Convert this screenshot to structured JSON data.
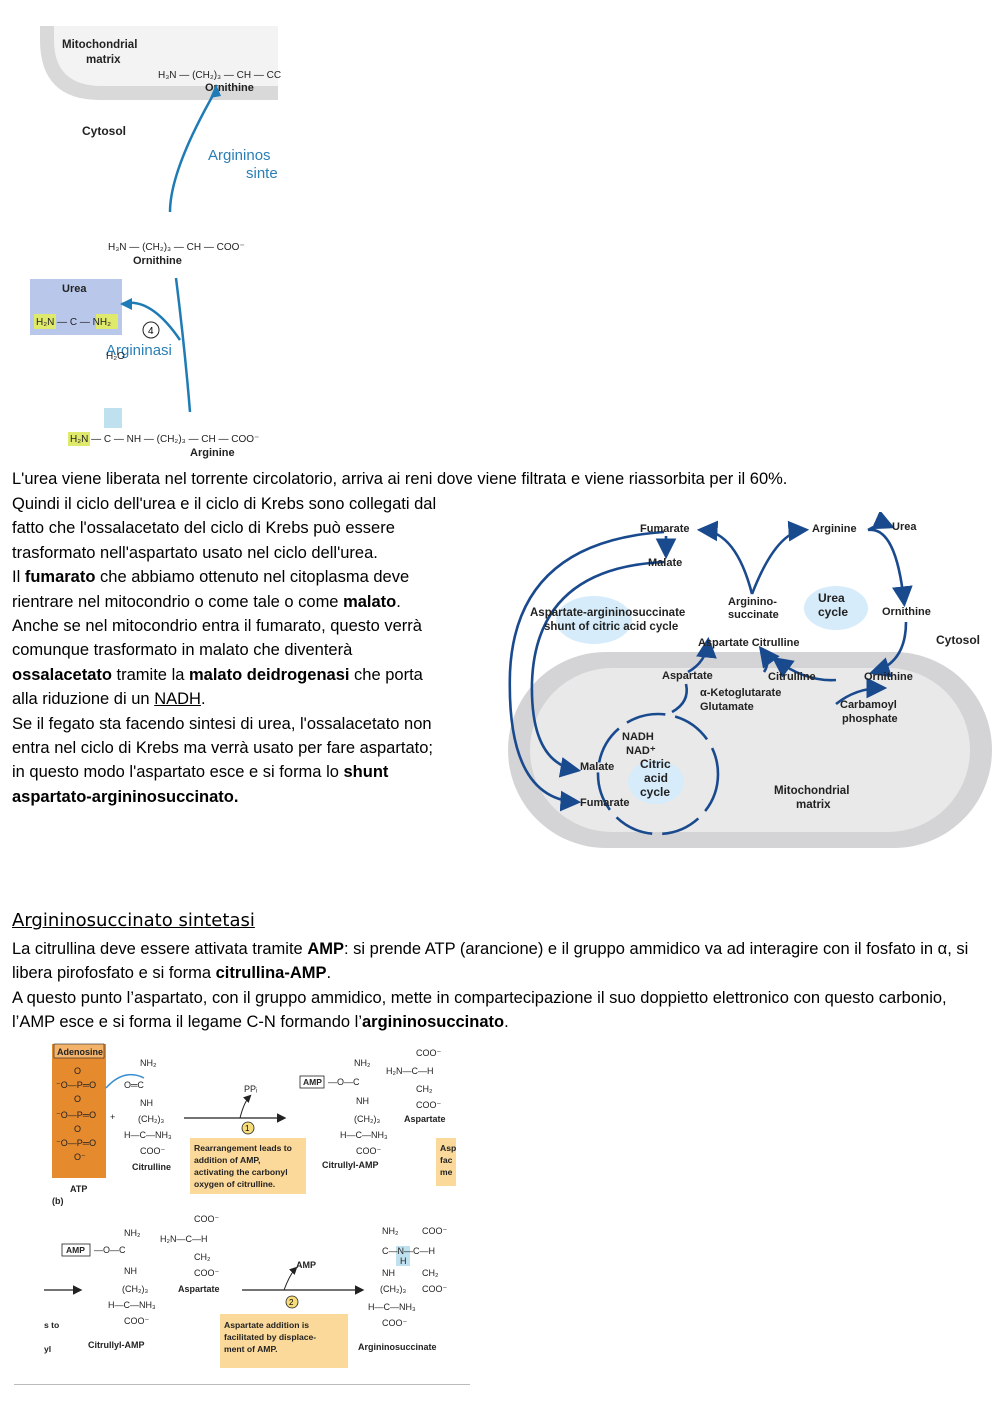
{
  "top_diagram": {
    "mito_matrix": "Mitochondrial matrix",
    "cytosol": "Cytosol",
    "ornithine_top_formula": "H3N — (CH2)3 — CH — CO",
    "ornithine_top_label": "Ornithine",
    "enzyme_clip": "Argininos sinte",
    "ornithine_mid_formula": "H3N — (CH2)3 — CH — COO⁻",
    "ornithine_mid_label": "Ornithine",
    "urea_label": "Urea",
    "urea_formula": "H2N — C — NH2",
    "step": "4",
    "arginase": "Argininasi",
    "water": "H2O",
    "arginine_formula": "H2N — C — NH — (CH2)3 — CH — COO⁻",
    "arginine_label": "Arginine"
  },
  "intro_line": "L'urea viene liberata nel torrente circolatorio, arriva ai reni dove viene filtrata e viene riassorbita per il 60%.",
  "left_text": {
    "p1": "Quindi il ciclo dell'urea e il ciclo di Krebs sono collegati dal fatto che l'ossalacetato del ciclo di Krebs può essere trasformato nell'aspartato usato nel ciclo dell'urea.",
    "p2_a": "Il ",
    "p2_b": "fumarato",
    "p2_c": " che abbiamo ottenuto nel citoplasma deve rientrare nel mitocondrio o come tale o come ",
    "p2_d": "malato",
    "p2_e": ".",
    "p3_a": "Anche se nel mitocondrio entra il fumarato, questo verrà comunque trasformato in malato che diventerà ",
    "p3_b": "ossalacetato",
    "p3_c": " tramite la ",
    "p3_d": "malato deidrogenasi",
    "p3_e": " che porta alla riduzione di un ",
    "p3_f": "NADH",
    "p3_g": ".",
    "p4_a": "Se il fegato sta facendo sintesi di urea, l'ossalacetato non entra nel ciclo di Krebs ma verrà usato per fare aspartato; in questo modo l'aspartato esce e si forma lo ",
    "p4_b": "shunt aspartato-argininosuccinato."
  },
  "cycle_diagram": {
    "fumarate_top": "Fumarate",
    "malate_top": "Malate",
    "arginine": "Arginine",
    "urea": "Urea",
    "shunt": "Aspartate-argininosuccinate shunt of citric acid cycle",
    "argininosuccinate": "Arginino- succinate",
    "urea_cycle": "Urea cycle",
    "ornithine_cyt": "Ornithine",
    "cytosol": "Cytosol",
    "aspartate_citrulline": "Aspartate  Citrulline",
    "aspartate_mito": "Aspartate",
    "citrulline_mito": "Citrulline",
    "ornithine_mito": "Ornithine",
    "akg": "α-Ketoglutarate",
    "glutamate": "Glutamate",
    "carbamoyl": "Carbamoyl phosphate",
    "nadh": "NADH",
    "nad": "NAD⁺",
    "malate_mito": "Malate",
    "citric": "Citric acid cycle",
    "fumarate_mito": "Fumarate",
    "mito_matrix": "Mitochondrial matrix"
  },
  "section_heading": "Argininosuccinato sintetasi",
  "para2_a": "La citrullina deve essere attivata tramite ",
  "para2_b": "AMP",
  "para2_c": ": si prende ATP (arancione) e il gruppo ammidico va ad interagire con il fosfato in α, si libera pirofosfato e si forma ",
  "para2_d": "citrullina-AMP",
  "para2_e": ".",
  "para3_a": "A questo punto l’aspartato, con il gruppo ammidico, mette in compartecipazione il suo doppietto elettronico con questo carbonio, l’AMP esce e si forma il legame C-N  formando l’",
  "para3_b": "argininosuccinato",
  "para3_c": ".",
  "bottom_diagram": {
    "adenosine": "Adenosine",
    "atp": "ATP",
    "b_label": "(b)",
    "citrulline": "Citrulline",
    "ppi": "PPᵢ",
    "step1": "1",
    "box1": "Rearrangement leads to addition of AMP, activating the carbonyl oxygen of citrulline.",
    "amp": "AMP",
    "citrullyl_amp": "Citrullyl-AMP",
    "aspartate": "Aspartate",
    "clip_box": "Asp fac me",
    "amp_released": "AMP",
    "step2": "2",
    "box2": "Aspartate addition is facilitated by displace- ment of AMP.",
    "argininosuccinate": "Argininosuccinate",
    "clip_left": "s to yl"
  }
}
